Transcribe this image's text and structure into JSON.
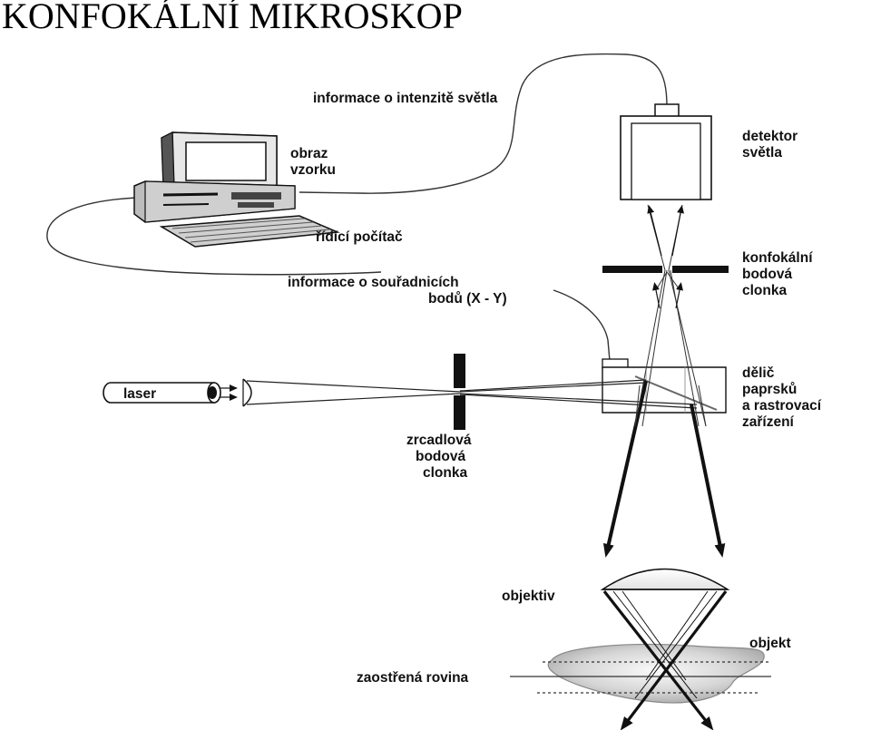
{
  "title": "KONFOKÁLNÍ MIKROSKOP",
  "labels": {
    "intensity_info": "informace o intenzitě světla",
    "sample_image_1": "obraz",
    "sample_image_2": "vzorku",
    "control_computer": "řídící počítač",
    "coordinates_info_1": "informace o souřadnicích",
    "coordinates_info_2": "bodů (X - Y)",
    "detector_1": "detektor",
    "detector_2": "světla",
    "confocal_1": "konfokální",
    "confocal_2": "bodová",
    "confocal_3": "clonka",
    "laser": "laser",
    "mirror_1": "zrcadlová",
    "mirror_2": "bodová",
    "mirror_3": "clonka",
    "splitter_1": "dělič",
    "splitter_2": "paprsků",
    "splitter_3": "a rastrovací",
    "splitter_4": "zařízení",
    "objective": "objektiv",
    "object": "objekt",
    "focal_plane": "zaostřená rovina"
  }
}
